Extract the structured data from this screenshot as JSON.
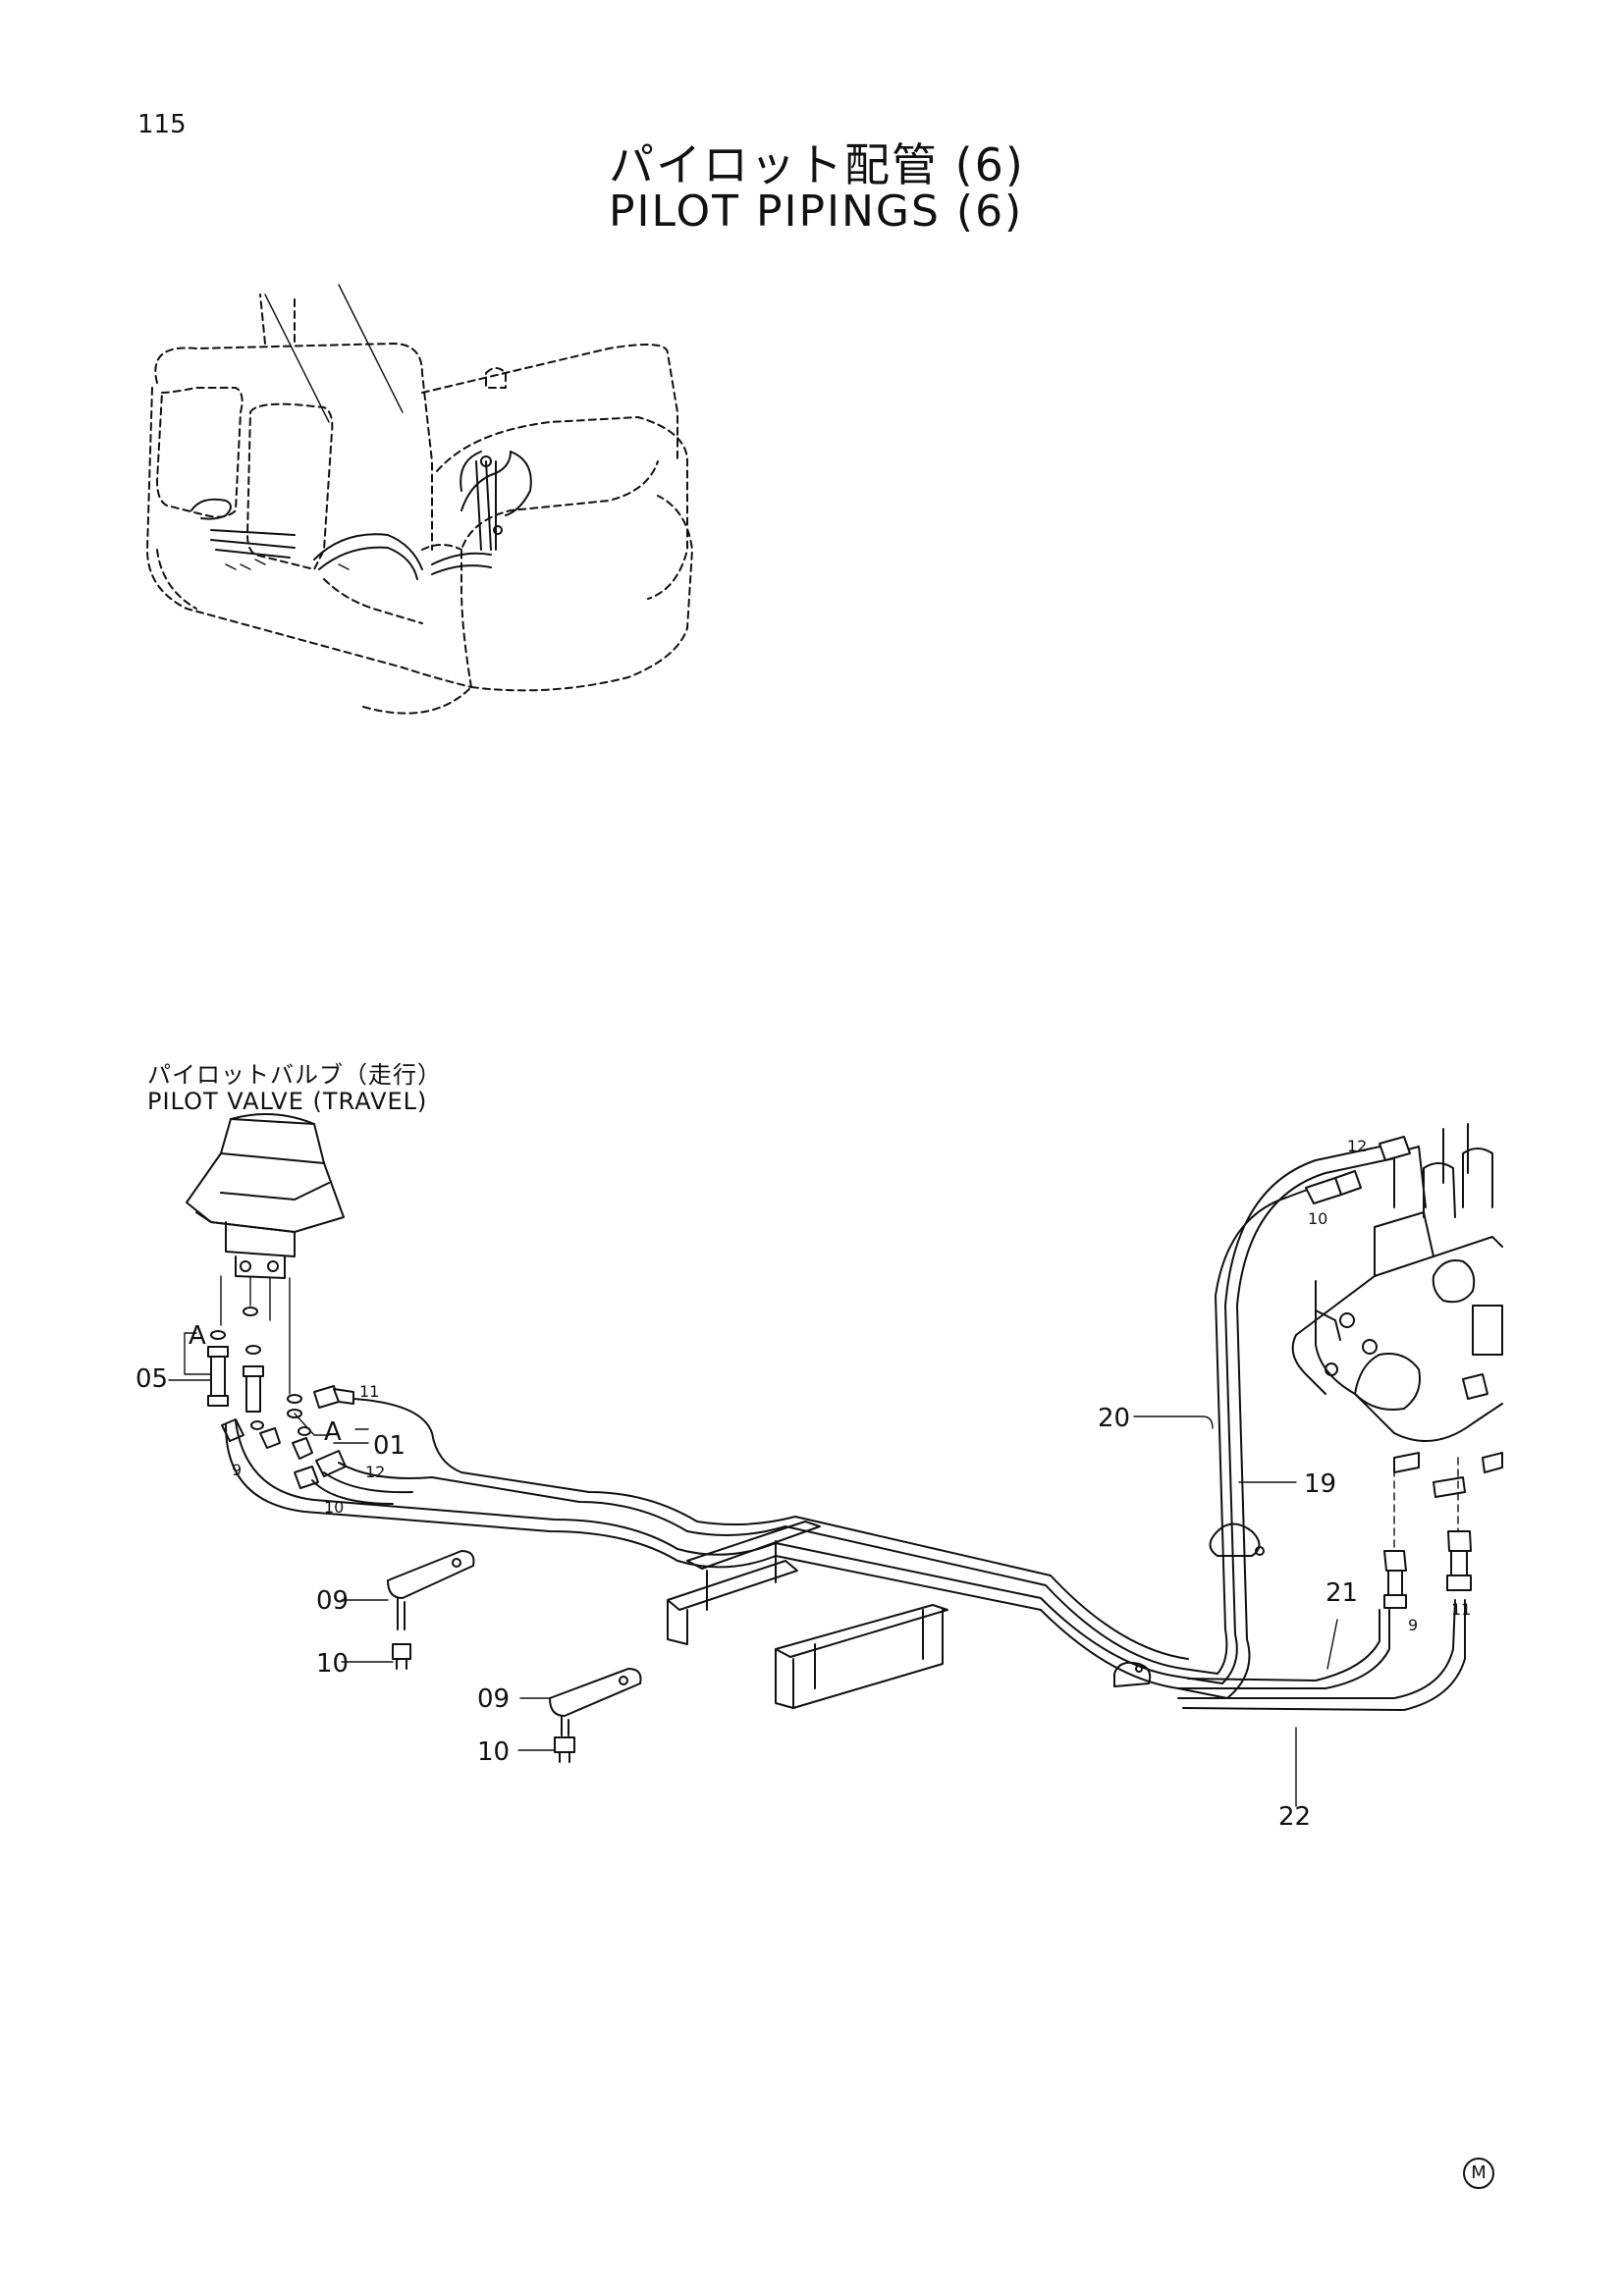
{
  "page": {
    "number": "115",
    "title_jp": "パイロット配管 (6)",
    "title_en": "PILOT PIPINGS (6)"
  },
  "component": {
    "label_jp": "パイロットバルブ（走行）",
    "label_en": "PILOT VALVE (TRAVEL)"
  },
  "callouts": {
    "c05": "05",
    "cA1": "A",
    "cA2": "A",
    "c01": "01",
    "c09a": "09",
    "c10a": "10",
    "c09b": "09",
    "c10b": "10",
    "c20": "20",
    "c19": "19",
    "c21": "21",
    "c22": "22"
  },
  "hose_marks": {
    "m11": "11",
    "m12": "12",
    "m9": "9",
    "m10": "10",
    "r12": "12",
    "r10": "10",
    "r9": "9",
    "r11": "11"
  },
  "footer_mark": "M"
}
